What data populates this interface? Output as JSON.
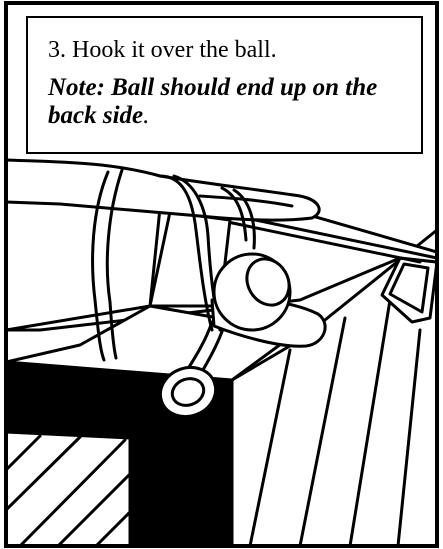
{
  "caption": {
    "step": "3. Hook it over the ball.",
    "note": "Note: Ball should end up on the back side",
    "note_end": "."
  },
  "illustration": {
    "subject": "hook-over-ball"
  },
  "colors": {
    "ink": "#000000",
    "paper": "#ffffff"
  }
}
